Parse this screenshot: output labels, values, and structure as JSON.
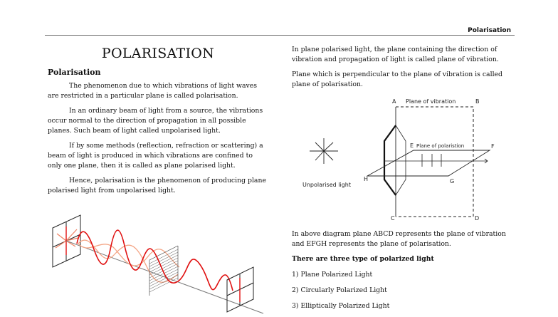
{
  "header": {
    "running_title": "Polarisation"
  },
  "left_column": {
    "title": "POLARISATION",
    "subheading": "Polarisation",
    "paragraphs": [
      "The phenomenon due to which vibrations of light waves are restricted in a particular plane is called polarisation.",
      "In an ordinary beam of light from a source, the vibrations occur normal to the direction of propagation in all possible planes. Such beam of light called unpolarised light.",
      "If by some methods (reflection, refraction or scattering) a beam of light is produced in which vibrations are confined to only one plane, then it is called as plane polarised light.",
      "Hence, polarisation is the phenomenon of producing plane polarised light from unpolarised light."
    ]
  },
  "right_column": {
    "paragraphs": [
      "In plane polarised light, the plane containing the direction of vibration and propagation of light is called plane of vibration.",
      "Plane which is perpendicular to the plane of vibration is called plane of polarisation."
    ],
    "diagram": {
      "label_plane_vibration": "Plane of vibration",
      "label_plane_polarisation": "Plane of polaristion",
      "label_unpolarised": "Unpolarised light",
      "points": {
        "A": "A",
        "B": "B",
        "C": "C",
        "D": "D",
        "E": "E",
        "F": "F",
        "G": "G",
        "H": "H"
      }
    },
    "caption": "In above diagram plane ABCD represents the plane of vibration and EFGH represents the plane of polarisation.",
    "types_heading": "There are three type of polarized light",
    "types": [
      "1) Plane Polarized Light",
      "2) Circularly Polarized Light",
      "3) Elliptically Polarized Light"
    ]
  },
  "colors": {
    "wave_red": "#e01010",
    "wave_light": "#f4a585",
    "rule_gray": "#777777"
  }
}
